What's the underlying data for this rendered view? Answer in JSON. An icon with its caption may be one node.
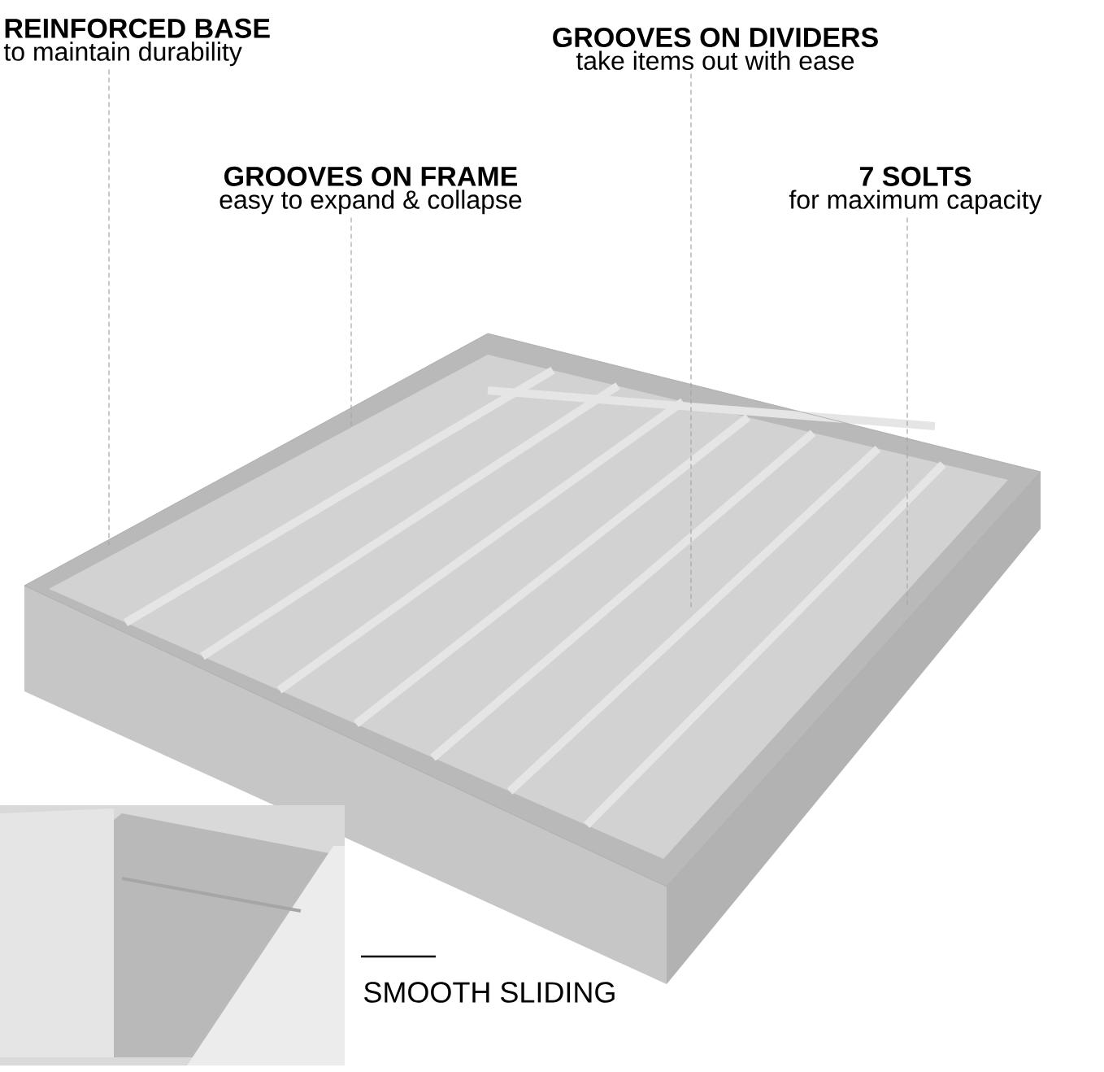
{
  "diagram": {
    "nodes": [
      {
        "text": [
          "REINFORCED BASE",
          "to maintain durability"
        ]
      },
      {
        "text": [
          "GROOVES ON DIVIDERS",
          "take items out with ease"
        ]
      },
      {
        "text": [
          "GROOVES ON FRAME",
          "easy to expand & collapse"
        ]
      },
      {
        "text": [
          "7 SOLTS",
          "for maximum capacity"
        ]
      }
    ],
    "edges": [
      {
        "from": 0,
        "to": null,
        "arrow": "none",
        "style": "dashed"
      },
      {
        "from": 1,
        "to": null,
        "arrow": "none",
        "style": "dashed"
      },
      {
        "from": 2,
        "to": null,
        "arrow": "none",
        "style": "dashed"
      },
      {
        "from": 3,
        "to": null,
        "arrow": "none",
        "style": "dashed"
      }
    ],
    "labels": [
      "SMOOTH SLIDING"
    ]
  }
}
